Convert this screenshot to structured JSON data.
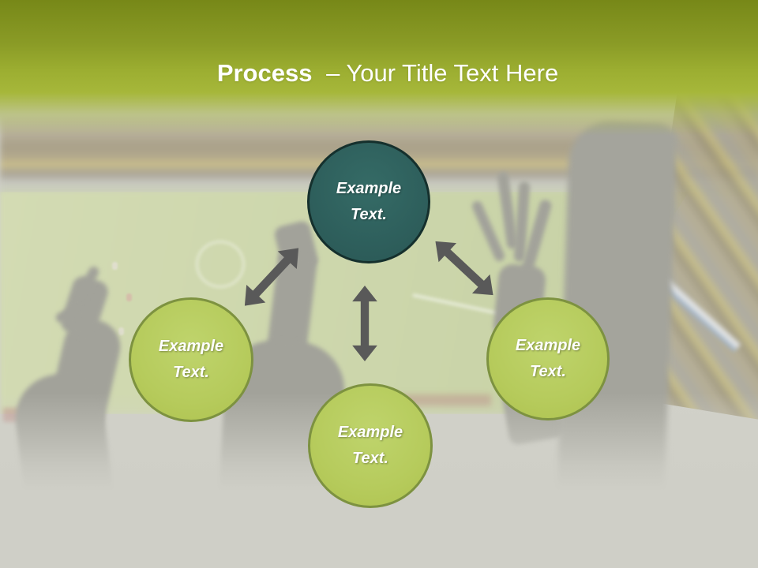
{
  "slide": {
    "title": {
      "keyword": "Process",
      "rest": "– Your Title Text Here"
    },
    "nodes": [
      {
        "id": "top",
        "label": "Example Text.",
        "fill": "#2E5F5C",
        "border": "#15302D",
        "text_color": "#FFFFFF"
      },
      {
        "id": "left",
        "label": "Example Text.",
        "fill": "#B6CB5C",
        "border": "#7D9240",
        "text_color": "#FFFFFF"
      },
      {
        "id": "bottom_center",
        "label": "Example Text.",
        "fill": "#B6CB5C",
        "border": "#7D9240",
        "text_color": "#FFFFFF"
      },
      {
        "id": "right",
        "label": "Example Text.",
        "fill": "#B6CB5C",
        "border": "#7D9240",
        "text_color": "#FFFFFF"
      }
    ],
    "connectors": [
      {
        "from": "top",
        "to": "left",
        "style": "double-headed-arrow",
        "color": "#595959"
      },
      {
        "from": "top",
        "to": "bottom_center",
        "style": "double-headed-arrow",
        "color": "#595959"
      },
      {
        "from": "top",
        "to": "right",
        "style": "double-headed-arrow",
        "color": "#595959"
      }
    ],
    "theme": {
      "banner_gradient_top": "#778818",
      "banner_gradient_bottom": "#A6B73A",
      "title_color": "#FFFFFF",
      "background_base": "#D1D1C9",
      "arrow_color": "#595959",
      "background_photo": "stadium-soccer-match-with-crowd-silhouettes"
    }
  }
}
